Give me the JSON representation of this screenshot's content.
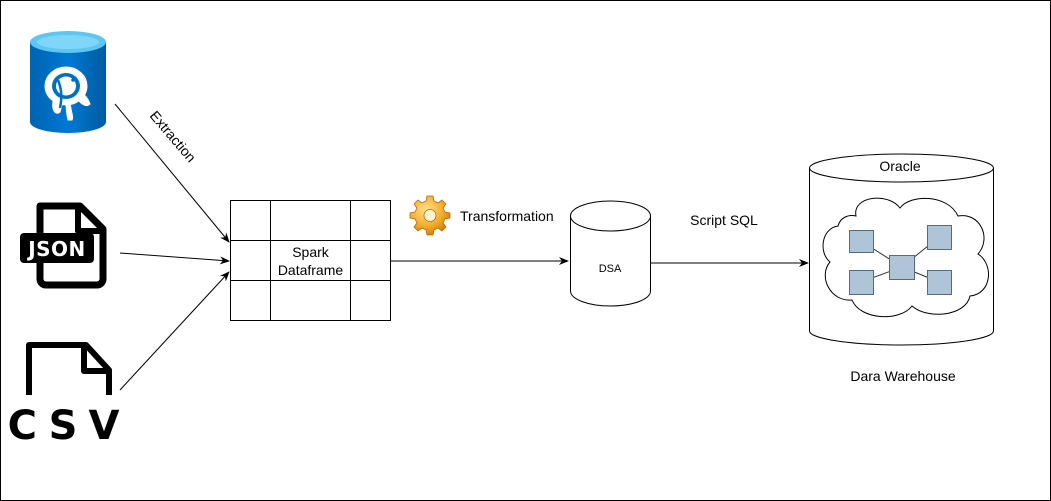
{
  "labels": {
    "extraction": "Extraction",
    "json": "JSON",
    "csv": "CSV",
    "spark": [
      "Spark",
      "Dataframe"
    ],
    "transformation": "Transformation",
    "dsa": "DSA",
    "script_sql": "Script SQL",
    "oracle": "Oracle",
    "warehouse": "Dara Warehouse"
  },
  "icons": {
    "postgres": "postgresql-database-icon",
    "json": "json-file-icon",
    "csv": "csv-file-icon",
    "gear": "gear-icon",
    "dsa": "cylinder-database",
    "warehouse": "oracle-data-warehouse"
  },
  "colors": {
    "postgres_blue": "#0072c6",
    "postgres_light": "#5bc7f2",
    "gear": "#f0a21e",
    "node_fill": "#b0c4d8",
    "node_stroke": "#5a6a7a"
  }
}
